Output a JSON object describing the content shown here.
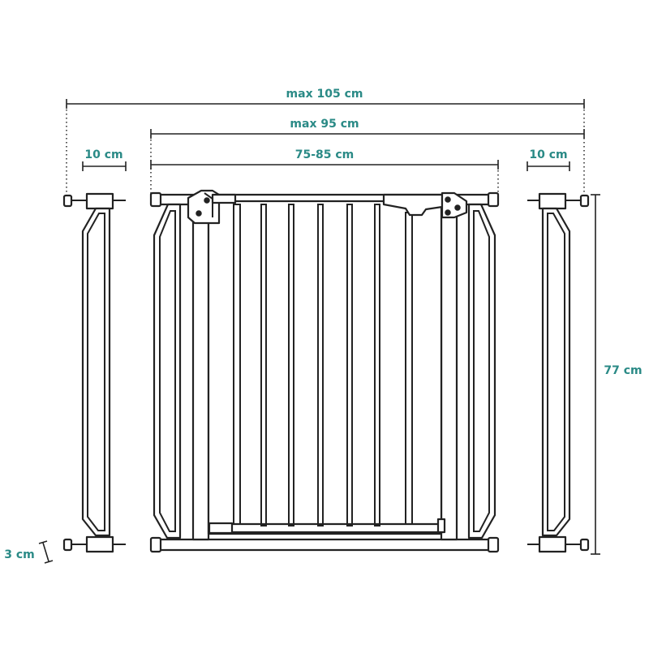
{
  "dimensions": {
    "max_total_width": "max 105 cm",
    "max_width_one_extension": "max 95 cm",
    "base_width": "75-85 cm",
    "extension_left": "10 cm",
    "extension_right": "10 cm",
    "height": "77 cm",
    "bottom_gap": "3 cm"
  },
  "colors": {
    "label": "#2a8a86",
    "line": "#222222",
    "background": "#ffffff"
  }
}
